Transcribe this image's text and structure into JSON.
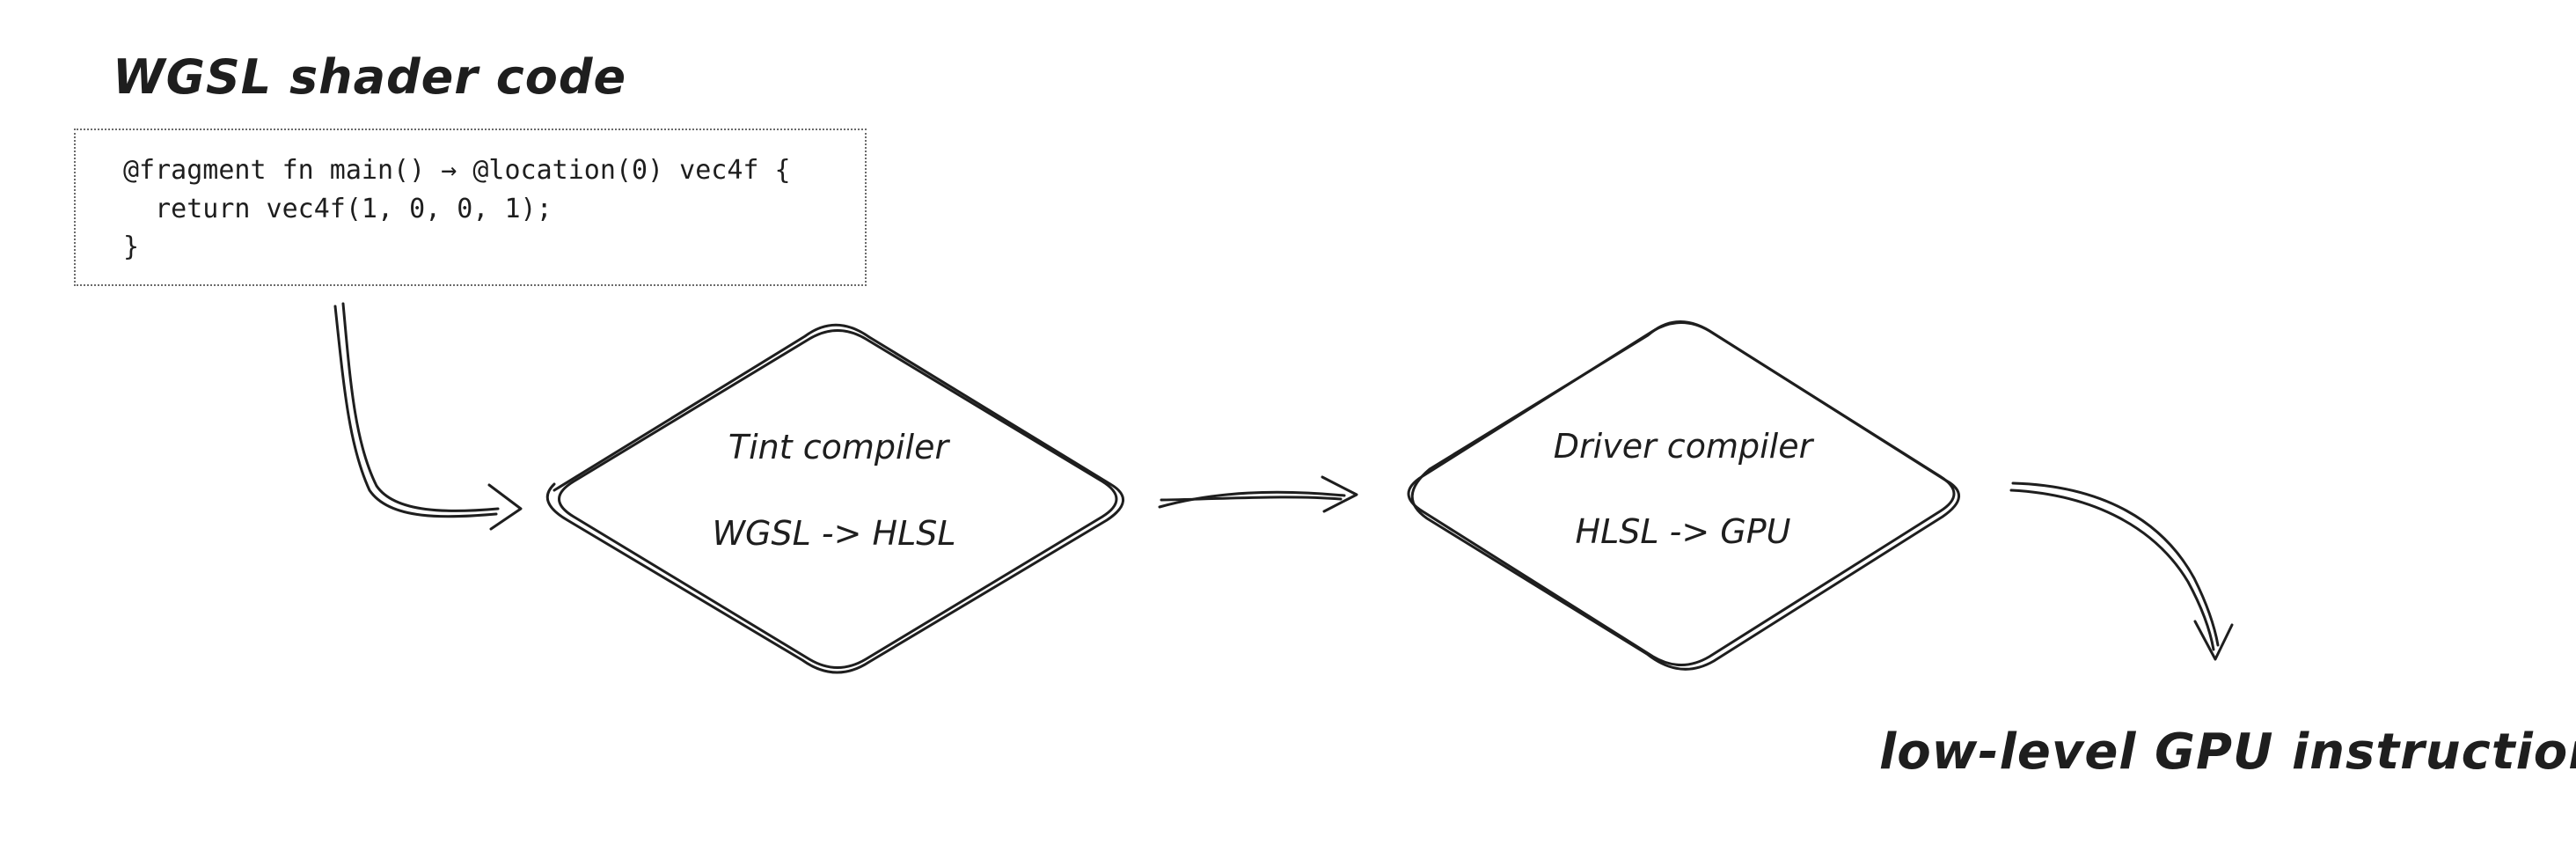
{
  "colors": {
    "ink": "#1e1e1e",
    "background": "#ffffff",
    "code_border": "#6b6b6b"
  },
  "title": "WGSL shader code",
  "code_box": {
    "code": "@fragment fn main() → @location(0) vec4f {\n  return vec4f(1, 0, 0, 1);\n}"
  },
  "nodes": {
    "tint": {
      "name": "Tint compiler",
      "transform": "WGSL -> HLSL"
    },
    "driver": {
      "name": "Driver compiler",
      "transform": "HLSL -> GPU"
    }
  },
  "output_label": "low-level GPU instructions"
}
